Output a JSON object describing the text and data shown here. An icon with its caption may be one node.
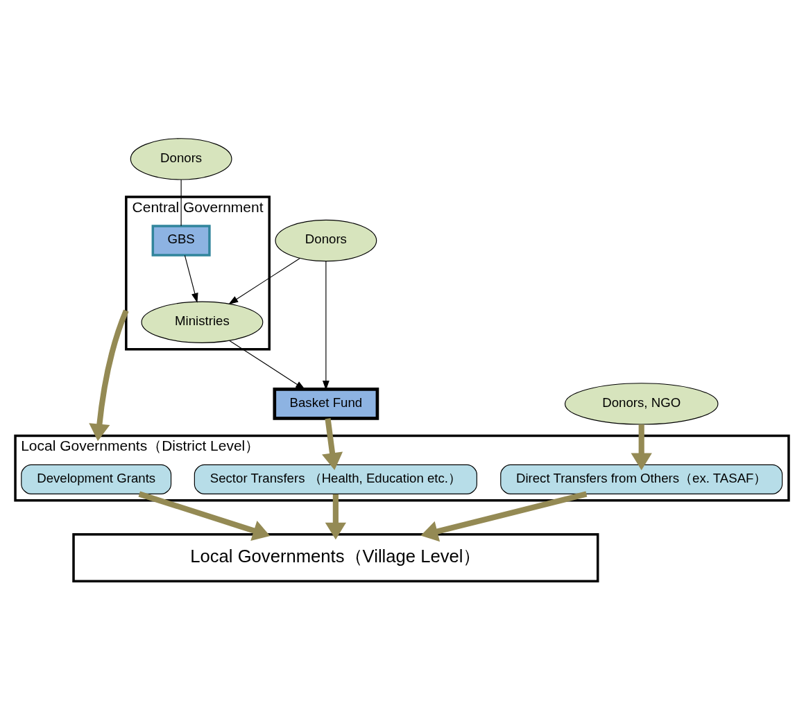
{
  "diagram": {
    "nodes": [
      {
        "text": [
          "Central Government"
        ]
      },
      {
        "text": [
          "Ministries"
        ],
        "in": 0
      },
      {
        "text": [
          "GBS"
        ],
        "in": 0
      },
      {
        "text": [
          "Donors"
        ]
      },
      {
        "text": [
          "Donors"
        ]
      },
      {
        "text": [
          "Basket Fund"
        ]
      },
      {
        "text": [
          "Donors, NGO"
        ]
      },
      {
        "text": [
          "Local Governments（District Level）"
        ]
      },
      {
        "text": [
          "Sector Transfers （Health, Education etc.）"
        ],
        "in": 7
      },
      {
        "text": [
          "Development Grants"
        ],
        "in": 7
      },
      {
        "text": [
          "Direct Transfers from Others（ex. TASAF）"
        ],
        "in": 7
      },
      {
        "text": [
          "Local Governments（Village Level）"
        ]
      }
    ],
    "edges": [
      {
        "from": 3,
        "to": 1,
        "arrow": "to",
        "color": "#000000"
      },
      {
        "from": 2,
        "to": 1,
        "arrow": "to",
        "color": "#000000"
      },
      {
        "from": 4,
        "to": 2,
        "arrow": "none",
        "color": "#000000"
      },
      {
        "from": 3,
        "to": 5,
        "arrow": "to",
        "color": "#000000"
      },
      {
        "from": 1,
        "to": 5,
        "arrow": "to",
        "color": "#000000"
      },
      {
        "from": 0,
        "to": 7,
        "arrow": "to",
        "color": "#948a54"
      },
      {
        "from": 5,
        "to": 8,
        "arrow": "to",
        "color": "#948a54"
      },
      {
        "from": 6,
        "to": 10,
        "arrow": "to",
        "color": "#948a54"
      },
      {
        "from": 8,
        "to": 11,
        "arrow": "to",
        "color": "#948a54"
      },
      {
        "from": 9,
        "to": 11,
        "arrow": "to",
        "color": "#948a54"
      },
      {
        "from": 10,
        "to": 11,
        "arrow": "to",
        "color": "#948a54"
      }
    ]
  }
}
